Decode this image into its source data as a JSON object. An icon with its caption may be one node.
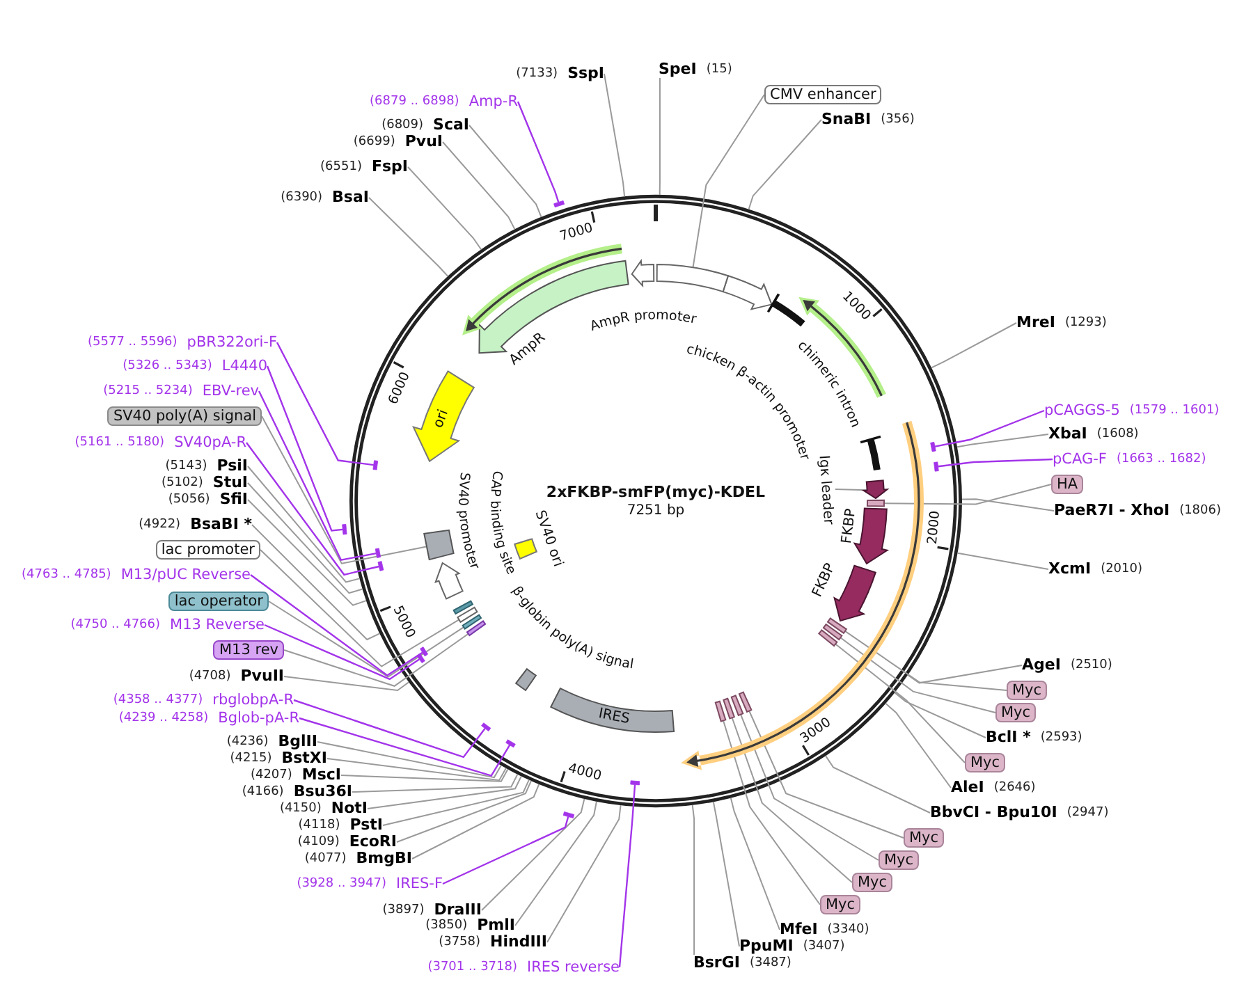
{
  "diagram": {
    "title": "2xFKBP-smFP(myc)-KDEL",
    "nodes": [
      {
        "text": [
          "SpeI",
          "(15)"
        ]
      },
      {
        "text": [
          "CMV enhancer"
        ]
      },
      {
        "text": [
          "SnaBI",
          "(356)"
        ]
      },
      {
        "text": [
          "MreI",
          "(1293)"
        ]
      },
      {
        "text": [
          "pCAGGS-5",
          "(1579 .. 1601)"
        ]
      },
      {
        "text": [
          "XbaI",
          "(1608)"
        ]
      },
      {
        "text": [
          "pCAG-F",
          "(1663 .. 1682)"
        ]
      },
      {
        "text": [
          "Igκ leader"
        ]
      },
      {
        "text": [
          "HA"
        ]
      },
      {
        "text": [
          "PaeR7I - XhoI",
          "(1806)"
        ]
      },
      {
        "text": [
          "XcmI",
          "(2010)"
        ]
      },
      {
        "text": [
          "AgeI",
          "(2510)"
        ]
      },
      {
        "text": [
          "Myc"
        ]
      },
      {
        "text": [
          "Myc"
        ]
      },
      {
        "text": [
          "BclI *",
          "(2593)"
        ]
      },
      {
        "text": [
          "Myc"
        ]
      },
      {
        "text": [
          "AleI",
          "(2646)"
        ]
      },
      {
        "text": [
          "BbvCI - Bpu10I",
          "(2947)"
        ]
      },
      {
        "text": [
          "Myc"
        ]
      },
      {
        "text": [
          "Myc"
        ]
      },
      {
        "text": [
          "Myc"
        ]
      },
      {
        "text": [
          "Myc"
        ]
      },
      {
        "text": [
          "MfeI",
          "(3340)"
        ]
      },
      {
        "text": [
          "PpuMI",
          "(3407)"
        ]
      },
      {
        "text": [
          "BsrGI",
          "(3487)"
        ]
      },
      {
        "text": [
          "(3701 .. 3718)",
          "IRES reverse"
        ]
      },
      {
        "text": [
          "(3758)",
          "HindIII"
        ]
      },
      {
        "text": [
          "(3850)",
          "PmlI"
        ]
      },
      {
        "text": [
          "(3897)",
          "DraIII"
        ]
      },
      {
        "text": [
          "(3928 .. 3947)",
          "IRES-F"
        ]
      },
      {
        "text": [
          "(4077)",
          "BmgBI"
        ]
      },
      {
        "text": [
          "(4109)",
          "EcoRI"
        ]
      },
      {
        "text": [
          "(4118)",
          "PstI"
        ]
      },
      {
        "text": [
          "(4150)",
          "NotI"
        ]
      },
      {
        "text": [
          "(4166)",
          "Bsu36I"
        ]
      },
      {
        "text": [
          "(4207)",
          "MscI"
        ]
      },
      {
        "text": [
          "(4215)",
          "BstXI"
        ]
      },
      {
        "text": [
          "(4236)",
          "BglII"
        ]
      },
      {
        "text": [
          "(4239 .. 4258)",
          "Bglob-pA-R"
        ]
      },
      {
        "text": [
          "(4358 .. 4377)",
          "rbglobpA-R"
        ]
      },
      {
        "text": [
          "(4708)",
          "PvuII"
        ]
      },
      {
        "text": [
          "M13 rev"
        ]
      },
      {
        "text": [
          "(4750 .. 4766)",
          "M13 Reverse"
        ]
      },
      {
        "text": [
          "lac operator"
        ]
      },
      {
        "text": [
          "(4763 .. 4785)",
          "M13/pUC Reverse"
        ]
      },
      {
        "text": [
          "lac promoter"
        ]
      },
      {
        "text": [
          "(4922)",
          "BsaBI *"
        ]
      },
      {
        "text": [
          "(5056)",
          "SfiI"
        ]
      },
      {
        "text": [
          "(5102)",
          "StuI"
        ]
      },
      {
        "text": [
          "(5143)",
          "PsiI"
        ]
      },
      {
        "text": [
          "(5161 .. 5180)",
          "SV40pA-R"
        ]
      },
      {
        "text": [
          "SV40 poly(A) signal"
        ]
      },
      {
        "text": [
          "(5215 .. 5234)",
          "EBV-rev"
        ]
      },
      {
        "text": [
          "(5326 .. 5343)",
          "L4440"
        ]
      },
      {
        "text": [
          "(5577 .. 5596)",
          "pBR322ori-F"
        ]
      },
      {
        "text": [
          "(6390)",
          "BsaI"
        ]
      },
      {
        "text": [
          "(6551)",
          "FspI"
        ]
      },
      {
        "text": [
          "(6699)",
          "PvuI"
        ]
      },
      {
        "text": [
          "(6809)",
          "ScaI"
        ]
      },
      {
        "text": [
          "(6879 .. 6898)",
          "Amp-R"
        ]
      },
      {
        "text": [
          "(7133)",
          "SspI"
        ]
      },
      {
        "text": [],
        "shape": "bar"
      },
      {
        "text": [],
        "shape": "arrow"
      },
      {
        "text": [],
        "shape": "bar"
      },
      {
        "text": [],
        "shape": "bar"
      },
      {
        "text": [],
        "shape": "bar"
      },
      {
        "text": [],
        "shape": "bar"
      },
      {
        "text": [],
        "shape": "bar"
      },
      {
        "text": [],
        "shape": "bar"
      },
      {
        "text": [],
        "shape": "bar"
      },
      {
        "text": [],
        "shape": "bar"
      },
      {
        "text": [],
        "shape": "bar"
      },
      {
        "text": [],
        "shape": "bar"
      },
      {
        "text": [],
        "shape": "bar"
      },
      {
        "text": [],
        "shape": "box"
      },
      {
        "text": [],
        "shape": "arrow"
      },
      {
        "text": [],
        "shape": "bar"
      },
      {
        "text": [],
        "shape": "bar"
      },
      {
        "text": [],
        "shape": "bar"
      },
      {
        "text": [],
        "shape": "bar"
      },
      {
        "text": [],
        "shape": "bar"
      },
      {
        "text": [],
        "shape": "bar"
      },
      {
        "text": [],
        "shape": "bar"
      },
      {
        "text": [],
        "shape": "bar"
      },
      {
        "text": [],
        "shape": "bar"
      },
      {
        "text": [],
        "shape": "bar"
      },
      {
        "text": [],
        "shape": "bar"
      },
      {
        "text": [],
        "shape": "bar"
      },
      {
        "text": [],
        "shape": "bar"
      }
    ],
    "edges": [
      {
        "from": 0,
        "to": null,
        "arrow": "none"
      },
      {
        "from": 1,
        "to": 61,
        "arrow": "none"
      },
      {
        "from": 2,
        "to": null,
        "arrow": "none"
      },
      {
        "from": 3,
        "to": null,
        "arrow": "none"
      },
      {
        "from": 4,
        "to": 76,
        "arrow": "none",
        "color": "#a334ea"
      },
      {
        "from": 5,
        "to": null,
        "arrow": "none"
      },
      {
        "from": 6,
        "to": 77,
        "arrow": "none",
        "color": "#a334ea"
      },
      {
        "from": 7,
        "to": 62,
        "arrow": "none"
      },
      {
        "from": 8,
        "to": 63,
        "arrow": "none"
      },
      {
        "from": 9,
        "to": null,
        "arrow": "none"
      },
      {
        "from": 10,
        "to": null,
        "arrow": "none"
      },
      {
        "from": 11,
        "to": null,
        "arrow": "none"
      },
      {
        "from": 12,
        "to": 64,
        "arrow": "none"
      },
      {
        "from": 13,
        "to": 65,
        "arrow": "none"
      },
      {
        "from": 14,
        "to": null,
        "arrow": "none"
      },
      {
        "from": 15,
        "to": 66,
        "arrow": "none"
      },
      {
        "from": 16,
        "to": null,
        "arrow": "none"
      },
      {
        "from": 17,
        "to": null,
        "arrow": "none"
      },
      {
        "from": 18,
        "to": 67,
        "arrow": "none"
      },
      {
        "from": 19,
        "to": 68,
        "arrow": "none"
      },
      {
        "from": 20,
        "to": 69,
        "arrow": "none"
      },
      {
        "from": 21,
        "to": 70,
        "arrow": "none"
      },
      {
        "from": 22,
        "to": null,
        "arrow": "none"
      },
      {
        "from": 23,
        "to": null,
        "arrow": "none"
      },
      {
        "from": 24,
        "to": null,
        "arrow": "none"
      },
      {
        "from": 25,
        "to": 78,
        "arrow": "none",
        "color": "#a334ea"
      },
      {
        "from": 26,
        "to": null,
        "arrow": "none"
      },
      {
        "from": 27,
        "to": null,
        "arrow": "none"
      },
      {
        "from": 28,
        "to": null,
        "arrow": "none"
      },
      {
        "from": 29,
        "to": 79,
        "arrow": "none",
        "color": "#a334ea"
      },
      {
        "from": 30,
        "to": null,
        "arrow": "none"
      },
      {
        "from": 31,
        "to": null,
        "arrow": "none"
      },
      {
        "from": 32,
        "to": null,
        "arrow": "none"
      },
      {
        "from": 33,
        "to": null,
        "arrow": "none"
      },
      {
        "from": 34,
        "to": null,
        "arrow": "none"
      },
      {
        "from": 35,
        "to": null,
        "arrow": "none"
      },
      {
        "from": 36,
        "to": null,
        "arrow": "none"
      },
      {
        "from": 37,
        "to": null,
        "arrow": "none"
      },
      {
        "from": 38,
        "to": 80,
        "arrow": "none",
        "color": "#a334ea"
      },
      {
        "from": 39,
        "to": 81,
        "arrow": "none",
        "color": "#a334ea"
      },
      {
        "from": 40,
        "to": null,
        "arrow": "none"
      },
      {
        "from": 41,
        "to": 71,
        "arrow": "none"
      },
      {
        "from": 42,
        "to": 82,
        "arrow": "none",
        "color": "#a334ea"
      },
      {
        "from": 43,
        "to": 72,
        "arrow": "none"
      },
      {
        "from": 44,
        "to": 83,
        "arrow": "none",
        "color": "#a334ea"
      },
      {
        "from": 45,
        "to": 73,
        "arrow": "none"
      },
      {
        "from": 46,
        "to": null,
        "arrow": "none"
      },
      {
        "from": 47,
        "to": null,
        "arrow": "none"
      },
      {
        "from": 48,
        "to": null,
        "arrow": "none"
      },
      {
        "from": 49,
        "to": null,
        "arrow": "none"
      },
      {
        "from": 50,
        "to": 84,
        "arrow": "none",
        "color": "#a334ea"
      },
      {
        "from": 51,
        "to": 74,
        "arrow": "none"
      },
      {
        "from": 52,
        "to": 85,
        "arrow": "none",
        "color": "#a334ea"
      },
      {
        "from": 53,
        "to": 86,
        "arrow": "none",
        "color": "#a334ea"
      },
      {
        "from": 54,
        "to": 87,
        "arrow": "none",
        "color": "#a334ea"
      },
      {
        "from": 55,
        "to": null,
        "arrow": "none"
      },
      {
        "from": 56,
        "to": null,
        "arrow": "none"
      },
      {
        "from": 57,
        "to": null,
        "arrow": "none"
      },
      {
        "from": 58,
        "to": null,
        "arrow": "none"
      },
      {
        "from": 59,
        "to": 88,
        "arrow": "none",
        "color": "#a334ea"
      },
      {
        "from": 60,
        "to": null,
        "arrow": "none"
      }
    ],
    "labels": [
      "7251 bp",
      "1000",
      "2000",
      "3000",
      "4000",
      "5000",
      "6000",
      "7000",
      "AmpR promoter",
      "chicken β-actin promoter",
      "chimeric intron",
      "FKBP",
      "FKBP",
      "IRES",
      "β-globin poly(A) signal",
      "CAP binding site",
      "SV40 ori",
      "SV40 promoter",
      "ori",
      "AmpR"
    ]
  }
}
